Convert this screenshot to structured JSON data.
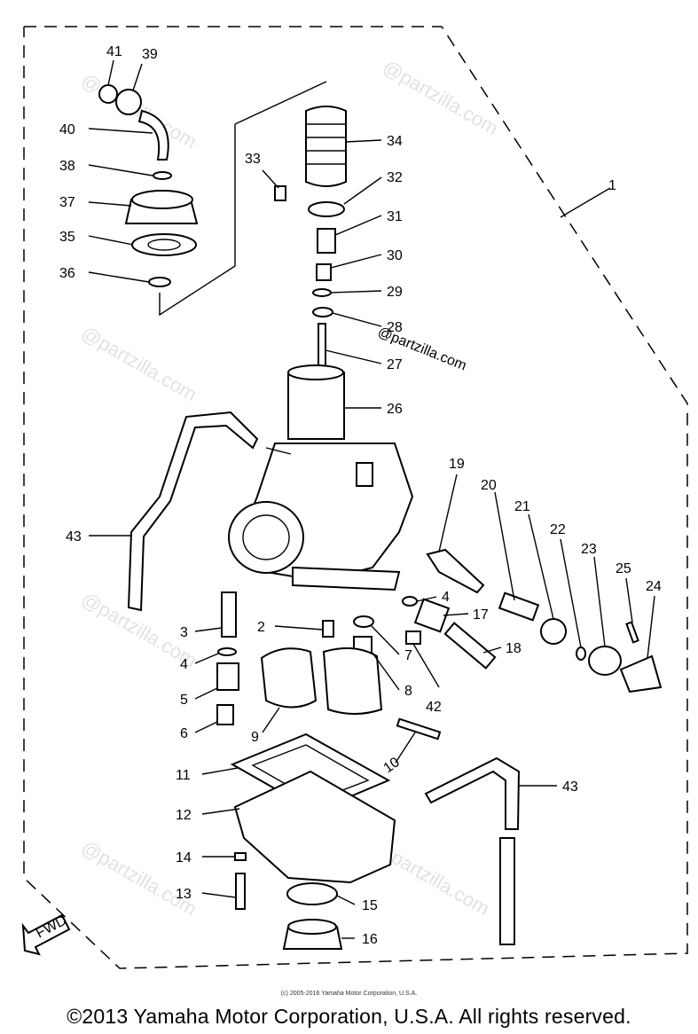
{
  "watermark": "@partzilla.com",
  "fwd_label": "FWD",
  "callouts": {
    "c1": "1",
    "c2": "2",
    "c3": "3",
    "c4a": "4",
    "c4b": "4",
    "c5": "5",
    "c6": "6",
    "c7": "7",
    "c8": "8",
    "c9": "9",
    "c10": "10",
    "c11": "11",
    "c12": "12",
    "c13": "13",
    "c14": "14",
    "c15": "15",
    "c16": "16",
    "c17": "17",
    "c18": "18",
    "c19": "19",
    "c20": "20",
    "c21": "21",
    "c22": "22",
    "c23": "23",
    "c24": "24",
    "c25": "25",
    "c26": "26",
    "c27": "27",
    "c28": "28",
    "c29": "29",
    "c30": "30",
    "c31": "31",
    "c32": "32",
    "c33": "33",
    "c34": "34",
    "c35": "35",
    "c36": "36",
    "c37": "37",
    "c38": "38",
    "c39": "39",
    "c40": "40",
    "c41": "41",
    "c42": "42",
    "c43a": "43",
    "c43b": "43"
  },
  "small_copyright": "(c) 2005-2016 Yamaha Motor Corporation, U.S.A.",
  "copyright": "©2013 Yamaha Motor Corporation, U.S.A. All rights reserved."
}
